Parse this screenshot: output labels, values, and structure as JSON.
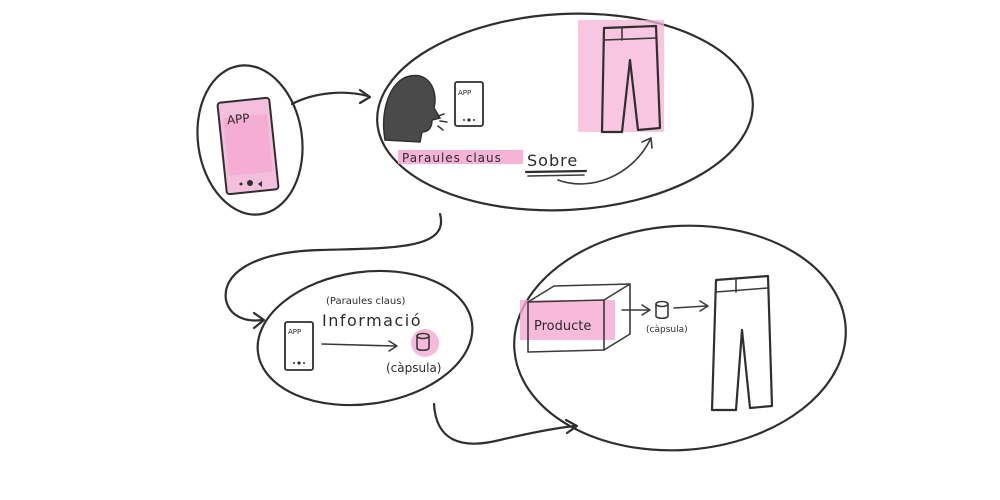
{
  "colors": {
    "ink": "#2f2f2f",
    "highlight": "#f4a6cf",
    "head_fill": "#4a4a4a",
    "paper": "#ffffff"
  },
  "scene1": {
    "phone_label": "APP"
  },
  "scene2": {
    "phone_label": "",
    "keywords_label": "Paraules claus",
    "sobre_label": "Sobre"
  },
  "scene3": {
    "phone_label": "APP",
    "keywords_note": "(Paraules claus)",
    "info_label": "Informació",
    "capsule_label": "(càpsula)"
  },
  "scene4": {
    "box_label": "Producte",
    "capsule_label": "(càpsula)"
  },
  "icons": [
    "smartphone-icon",
    "speaking-head-icon",
    "trousers-icon",
    "box-icon",
    "capsule-icon",
    "arrow-icon"
  ]
}
